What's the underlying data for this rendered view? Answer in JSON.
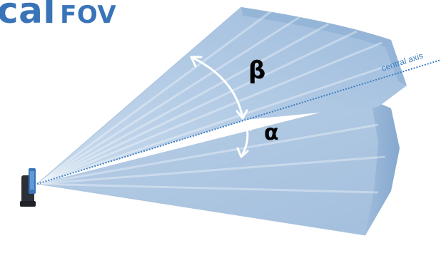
{
  "title": {
    "word": "cal",
    "suffix": "FOV"
  },
  "labels": {
    "beta": "β",
    "alpha": "α",
    "axis": "central axis"
  },
  "colors": {
    "title": "#3a74b8",
    "cone_face": "#a9c3df",
    "cone_side": "#bcd1e8",
    "cone_edge": "#7fa4cc",
    "axis_line": "#3f7fc2",
    "arc": "#ffffff",
    "sensor": "#2c2f36"
  }
}
